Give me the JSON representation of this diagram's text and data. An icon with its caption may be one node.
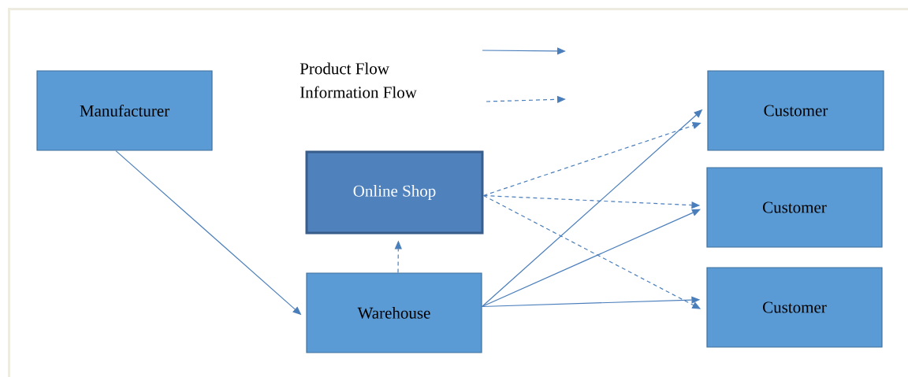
{
  "diagram": {
    "nodes": [
      {
        "text": [
          "Manufacturer"
        ]
      },
      {
        "text": [
          "Online Shop"
        ]
      },
      {
        "text": [
          "Warehouse"
        ]
      },
      {
        "text": [
          "Customer"
        ]
      },
      {
        "text": [
          "Customer"
        ]
      },
      {
        "text": [
          "Customer"
        ]
      }
    ],
    "edges": [
      {
        "from": 0,
        "to": 2,
        "arrow": "to"
      },
      {
        "from": 2,
        "to": 1,
        "arrow": "to",
        "style": "dashed"
      },
      {
        "from": 1,
        "to": 3,
        "arrow": "to",
        "style": "dashed"
      },
      {
        "from": 1,
        "to": 4,
        "arrow": "to",
        "style": "dashed"
      },
      {
        "from": 1,
        "to": 5,
        "arrow": "to",
        "style": "dashed"
      },
      {
        "from": 2,
        "to": 3,
        "arrow": "to"
      },
      {
        "from": 2,
        "to": 4,
        "arrow": "to"
      },
      {
        "from": 2,
        "to": 5,
        "arrow": "to"
      }
    ],
    "legend": [
      {
        "text": "Product Flow"
      },
      {
        "text": "Information Flow"
      }
    ]
  }
}
